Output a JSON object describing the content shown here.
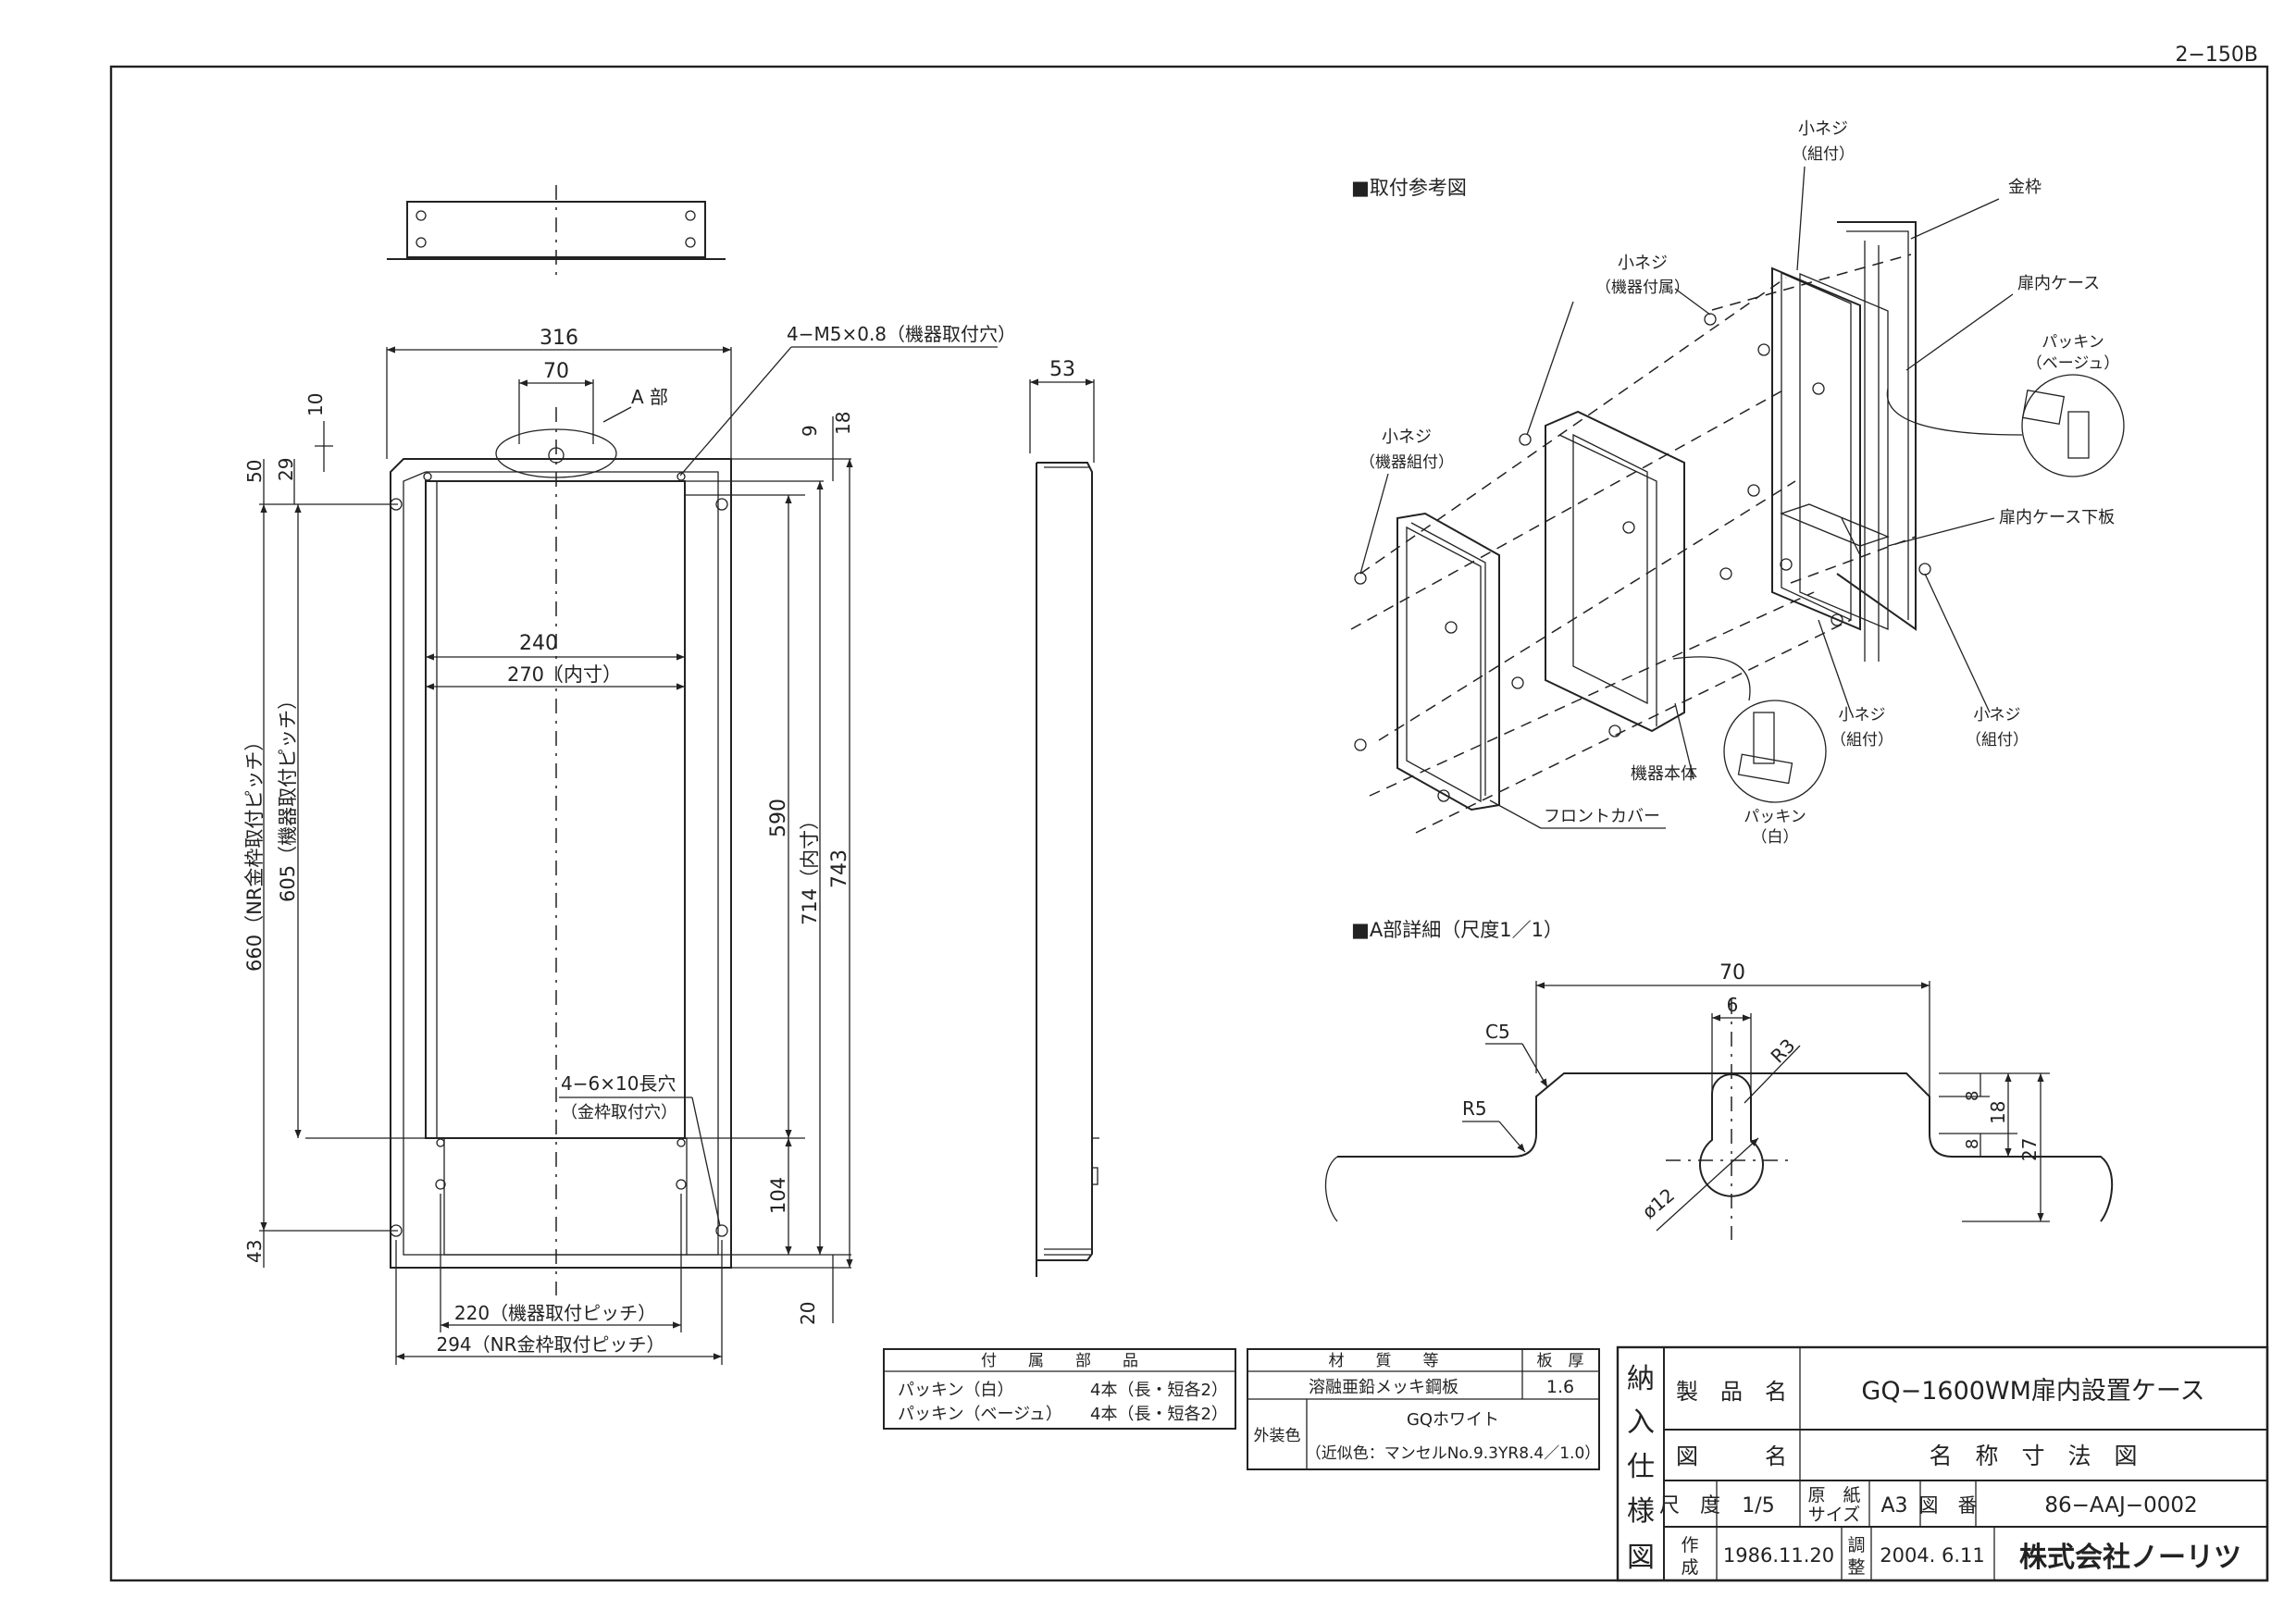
{
  "sheet_id": "2−150B",
  "front": {
    "w316": "316",
    "w70": "70",
    "a_part": "A 部",
    "holes_m5": "4−M5×0.8（機器取付穴）",
    "d10": "10",
    "d29": "29",
    "d50": "50",
    "d9": "9",
    "d18": "18",
    "w240": "240",
    "w270": "270（内寸）",
    "h660": "660（NR金枠取付ピッチ）",
    "h605": "605（機器取付ピッチ）",
    "h590": "590",
    "h714": "714（内寸）",
    "h743": "743",
    "slot": "4−6×10長穴",
    "slot_sub": "（金枠取付穴）",
    "d104": "104",
    "d43": "43",
    "d20": "20",
    "w220": "220（機器取付ピッチ）",
    "w294": "294（NR金枠取付ピッチ）"
  },
  "side": {
    "d53": "53"
  },
  "ref": {
    "title": "■取付参考図",
    "screw_set": "小ネジ",
    "set_sub": "（組付）",
    "frame": "金枠",
    "door_case": "扉内ケース",
    "packing": "パッキン",
    "beige": "（ベージュ）",
    "screw_acc": "小ネジ",
    "acc_sub": "（機器付属）",
    "screw_asm": "小ネジ",
    "asm_sub": "（機器組付）",
    "case_bottom": "扉内ケース下板",
    "body": "機器本体",
    "cover": "フロントカバー",
    "screw_b1": "小ネジ",
    "b1_sub": "（組付）",
    "screw_b2": "小ネジ",
    "b2_sub": "（組付）",
    "packing_w": "パッキン",
    "white": "（白）"
  },
  "detail": {
    "title": "■A部詳細（尺度1／1）",
    "d70": "70",
    "d6": "6",
    "r3": "R3",
    "c5": "C5",
    "r5": "R5",
    "phi12": "ø12",
    "d8a": "8",
    "d8b": "8",
    "d18": "18",
    "d27": "27"
  },
  "parts": {
    "header": "付　　属　　部　　品",
    "rows": [
      {
        "name": "パッキン（白）",
        "qty": "4本（長・短各2）"
      },
      {
        "name": "パッキン（ベージュ）",
        "qty": "4本（長・短各2）"
      }
    ]
  },
  "material": {
    "h1": "材　　質　　等",
    "h2": "板　厚",
    "mat": "溶融亜鉛メッキ鋼板",
    "thick": "1.6",
    "ext_label": "外装色",
    "ext1": "GQホワイト",
    "ext2": "（近似色：マンセルNo.9.3YR8.4／1.0）"
  },
  "title_block": {
    "v": [
      "納",
      "入",
      "仕",
      "様",
      "図"
    ],
    "prod_label": "製　品　名",
    "prod": "GQ−1600WM扉内設置ケース",
    "fig_label": "図　　　名",
    "fig": "名　称　寸　法　図",
    "scale_label": "尺　度",
    "scale": "1/5",
    "paper_label1": "原　紙",
    "paper_label2": "サイズ",
    "paper": "A3",
    "no_label": "図　番",
    "no": "86−AAJ−0002",
    "made_label1": "作",
    "made_label2": "成",
    "made": "1986.11.20",
    "adj_label1": "調",
    "adj_label2": "整",
    "adj": "2004. 6.11",
    "company": "株式会社ノーリツ"
  }
}
